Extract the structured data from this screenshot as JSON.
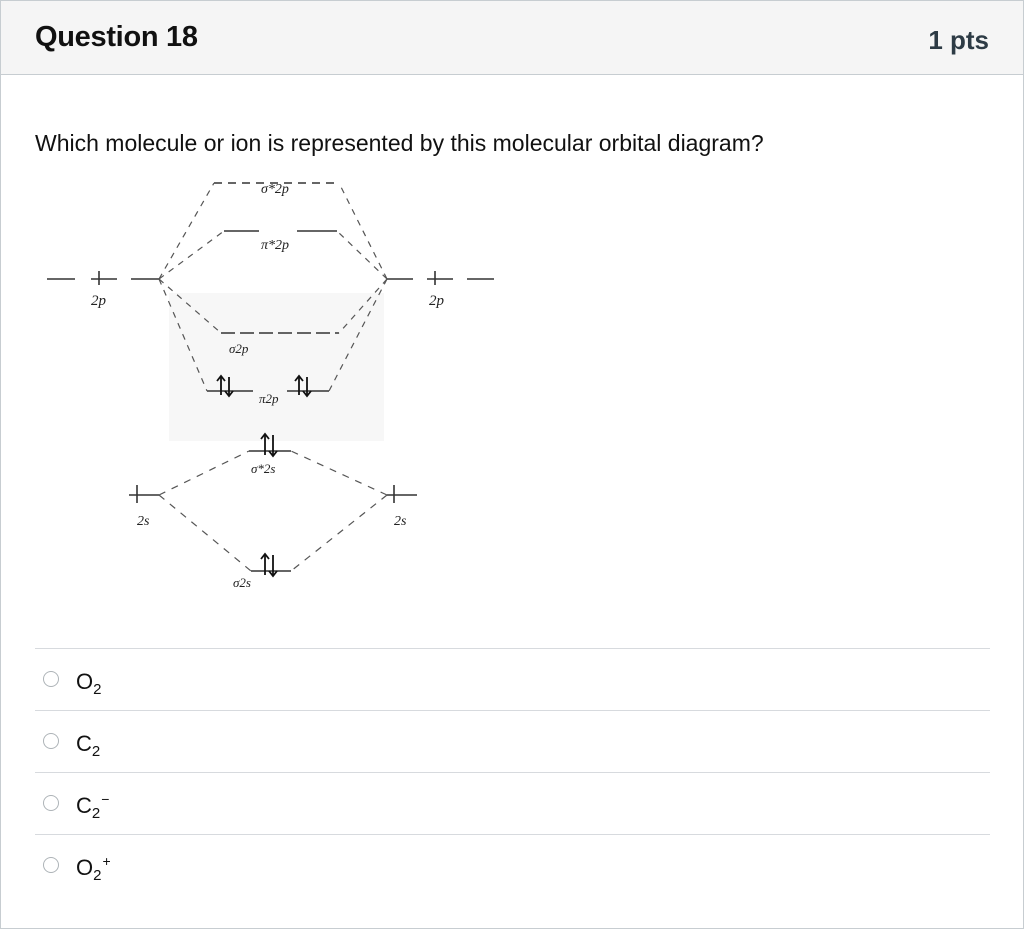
{
  "question": {
    "title": "Question 18",
    "points": "1 pts",
    "prompt": "Which molecule or ion is represented by this molecular orbital diagram?"
  },
  "diagram": {
    "atomic_left": {
      "p_label": "2p",
      "s_label": "2s"
    },
    "atomic_right": {
      "p_label": "2p",
      "s_label": "2s"
    },
    "orbitals": [
      {
        "name": "sigma*2p",
        "label": "σ*2p",
        "electrons": ""
      },
      {
        "name": "pi*2p",
        "label": "π*2p",
        "electrons": ""
      },
      {
        "name": "sigma2p",
        "label": "σ2p",
        "electrons": ""
      },
      {
        "name": "pi2p",
        "label": "π2p",
        "electrons": "⥮ ⥮"
      },
      {
        "name": "sigma*2s",
        "label": "σ*2s",
        "electrons": "⥮"
      },
      {
        "name": "sigma2s",
        "label": "σ2s",
        "electrons": "⥮"
      }
    ]
  },
  "answers": [
    {
      "base": "O",
      "sub": "2",
      "sup": ""
    },
    {
      "base": "C",
      "sub": "2",
      "sup": ""
    },
    {
      "base": "C",
      "sub": "2",
      "sup": "−"
    },
    {
      "base": "O",
      "sub": "2",
      "sup": "+"
    }
  ],
  "colors": {
    "header_bg": "#f5f5f5",
    "border": "#c7cdd1",
    "text": "#111111"
  }
}
